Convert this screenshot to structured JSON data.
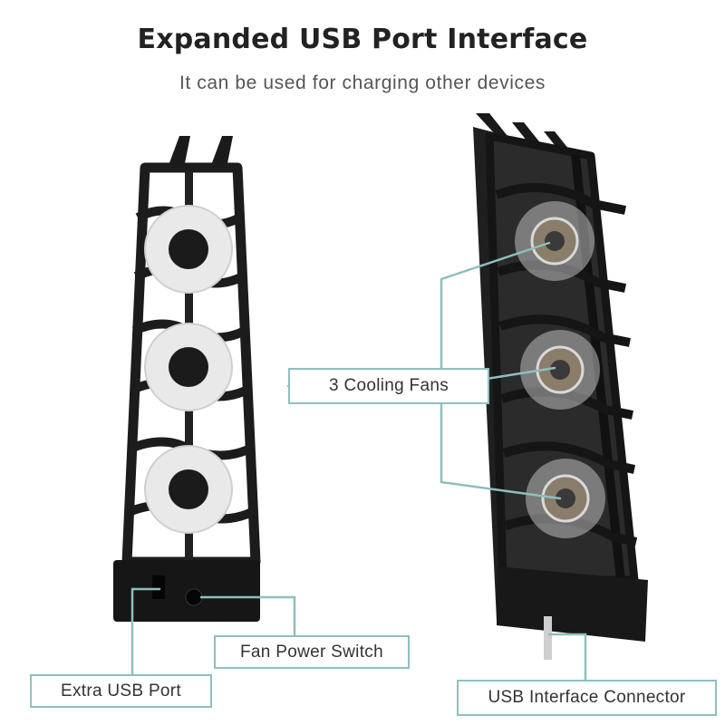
{
  "header": {
    "title": "Expanded USB Port Interface",
    "subtitle": "It can be used for charging other devices"
  },
  "callouts": {
    "cooling_fans": "3 Cooling Fans",
    "fan_power_switch": "Fan Power Switch",
    "extra_usb_port": "Extra USB Port",
    "usb_interface_connector": "USB Interface Connector"
  },
  "colors": {
    "accent": "#8fbfbd",
    "title_text": "#222222",
    "subtitle_text": "#555555",
    "body_text": "#333333",
    "product": "#1c1c1c"
  }
}
